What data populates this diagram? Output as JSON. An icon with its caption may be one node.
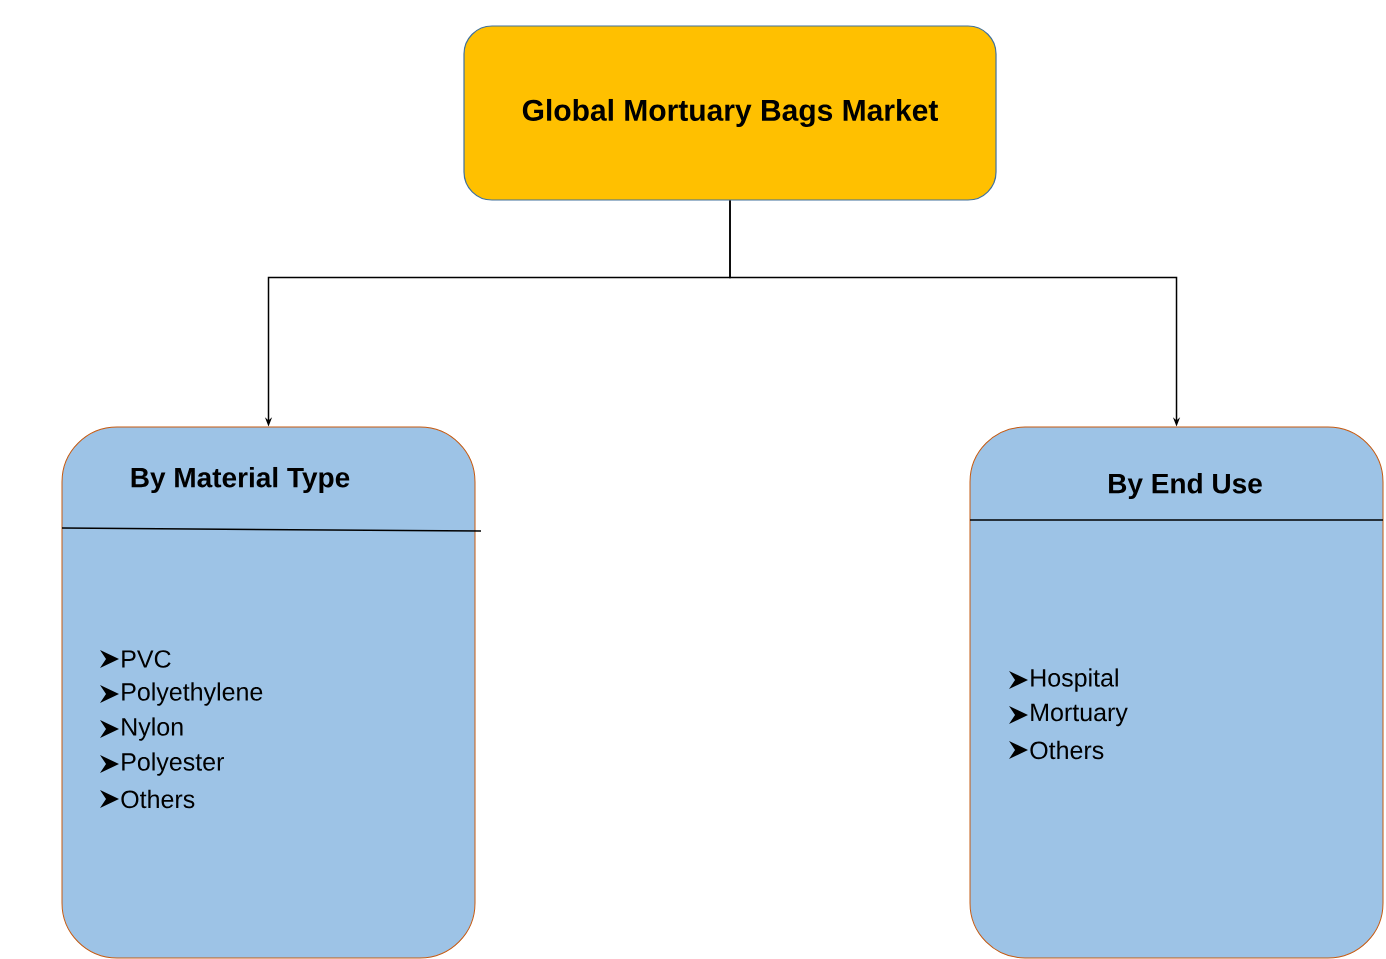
{
  "diagram": {
    "nodes": [
      {
        "text": [
          "Global Mortuary Bags Market"
        ]
      },
      {
        "text": [
          "By  Material Type",
          "PVC",
          "Polyethylene",
          "Nylon",
          "Polyester",
          "Others"
        ]
      },
      {
        "text": [
          "By End Use",
          "Hospital",
          "Mortuary",
          "Others"
        ]
      }
    ],
    "edges": [
      {
        "from": 0,
        "to": 1,
        "arrow": "to"
      },
      {
        "from": 0,
        "to": 2,
        "arrow": "to"
      }
    ]
  }
}
